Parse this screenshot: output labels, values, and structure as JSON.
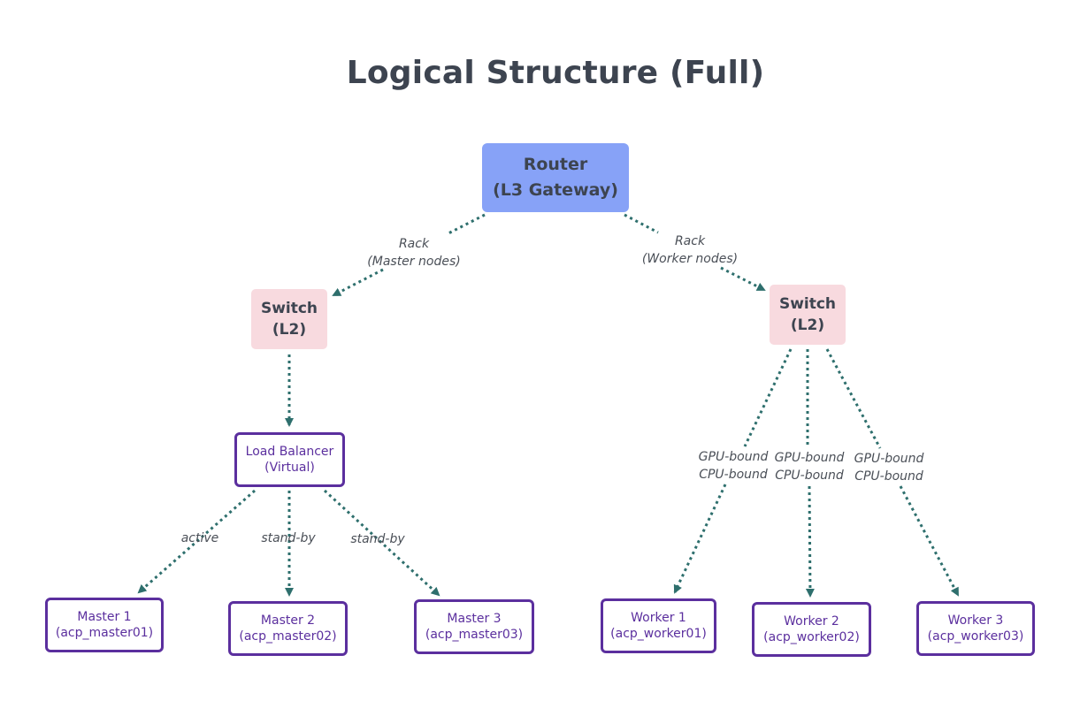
{
  "title": "Logical Structure (Full)",
  "colors": {
    "router_fill": "#87a2f7",
    "switch_fill": "#f8dadf",
    "box_border": "#5b2f9e",
    "box_text": "#5b2f9e",
    "edge": "#2e6f6d",
    "title": "#3d4450"
  },
  "nodes": {
    "router": {
      "line1": "Router",
      "line2": "(L3 Gateway)"
    },
    "switch_master": {
      "line1": "Switch",
      "line2": "(L2)"
    },
    "switch_worker": {
      "line1": "Switch",
      "line2": "(L2)"
    },
    "load_balancer": {
      "line1": "Load Balancer",
      "line2": "(Virtual)"
    },
    "master1": {
      "line1": "Master 1",
      "line2": "(acp_master01)"
    },
    "master2": {
      "line1": "Master 2",
      "line2": "(acp_master02)"
    },
    "master3": {
      "line1": "Master 3",
      "line2": "(acp_master03)"
    },
    "worker1": {
      "line1": "Worker 1",
      "line2": "(acp_worker01)"
    },
    "worker2": {
      "line1": "Worker 2",
      "line2": "(acp_worker02)"
    },
    "worker3": {
      "line1": "Worker 3",
      "line2": "(acp_worker03)"
    }
  },
  "edge_labels": {
    "rack_master": {
      "line1": "Rack",
      "line2": "(Master nodes)"
    },
    "rack_worker": {
      "line1": "Rack",
      "line2": "(Worker nodes)"
    },
    "lb_m1": "active",
    "lb_m2": "stand-by",
    "lb_m3": "stand-by",
    "sw_w1": {
      "line1": "GPU-bound",
      "line2": "CPU-bound"
    },
    "sw_w2": {
      "line1": "GPU-bound",
      "line2": "CPU-bound"
    },
    "sw_w3": {
      "line1": "GPU-bound",
      "line2": "CPU-bound"
    }
  }
}
